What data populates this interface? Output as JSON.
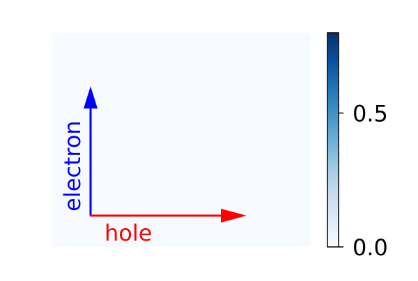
{
  "colors": {
    "plot_background": "#f7fbff",
    "electron_arrow": "#0000ff",
    "hole_arrow": "#ff0000",
    "colorbar_top": "#08306b",
    "colorbar_bottom": "#f7fbff"
  },
  "chart_data": {
    "type": "heatmap",
    "title": "",
    "colormap": "Blues",
    "values": [
      [
        0.0
      ]
    ],
    "annotations": [
      {
        "text": "electron",
        "direction": "up",
        "color": "#0000ff"
      },
      {
        "text": "hole",
        "direction": "right",
        "color": "#ff0000"
      }
    ],
    "colorbar": {
      "range": [
        0.0,
        0.8
      ],
      "ticks": [
        0.0,
        0.5
      ],
      "tick_labels": [
        "0.0",
        "0.5"
      ]
    }
  }
}
